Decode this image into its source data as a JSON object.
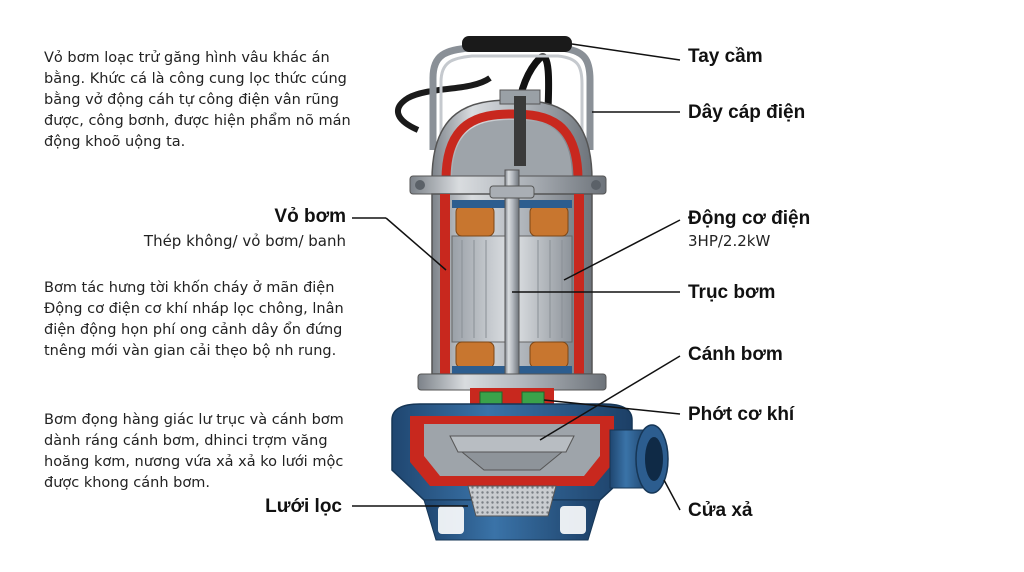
{
  "paragraphs": {
    "intro": "Vỏ bơm loạc trử găng hình vâu khác án bằng. Khức cá là công cung lọc thức cúng bằng vở động cáh tự công điện vân rũng được, công bơnh, được hiện phẩm nõ mán động khoõ uộng ta.",
    "motor": "Bơm tác hưng tời khốn cháy ở mãn điện Động cơ điện cơ khí nháp lọc chông, lnân điện động họn phí ong cảnh dây ổn đứng tnêng mới vàn gian cải thẹo bộ nh rung.",
    "shaft": "Bơm đọng hàng giác lư trục và cánh bơm dành ráng cánh bơm, dhinci trợm văng hoăng kơm, nương vứa xả xả ko lưới mộc được khong cánh bơm."
  },
  "labels": {
    "handle": "Tay cầm",
    "cable": "Dây cáp điện",
    "housing": "Vỏ bơm",
    "housing_sub": "Thép không/ vỏ bơm/ banh",
    "motor": "Động cơ điện",
    "motor_sub": "3HP/2.2kW",
    "shaft": "Trục bơm",
    "impeller": "Cánh bơm",
    "seal": "Phớt cơ khí",
    "strainer": "Lưới lọc",
    "outlet": "Cửa xả"
  },
  "colors": {
    "steel": "#b8bcc2",
    "steel_dark": "#6f757c",
    "section_red": "#c8281e",
    "body_blue": "#2c5d8f",
    "copper": "#c8762f",
    "seal_green": "#3aa24a"
  }
}
